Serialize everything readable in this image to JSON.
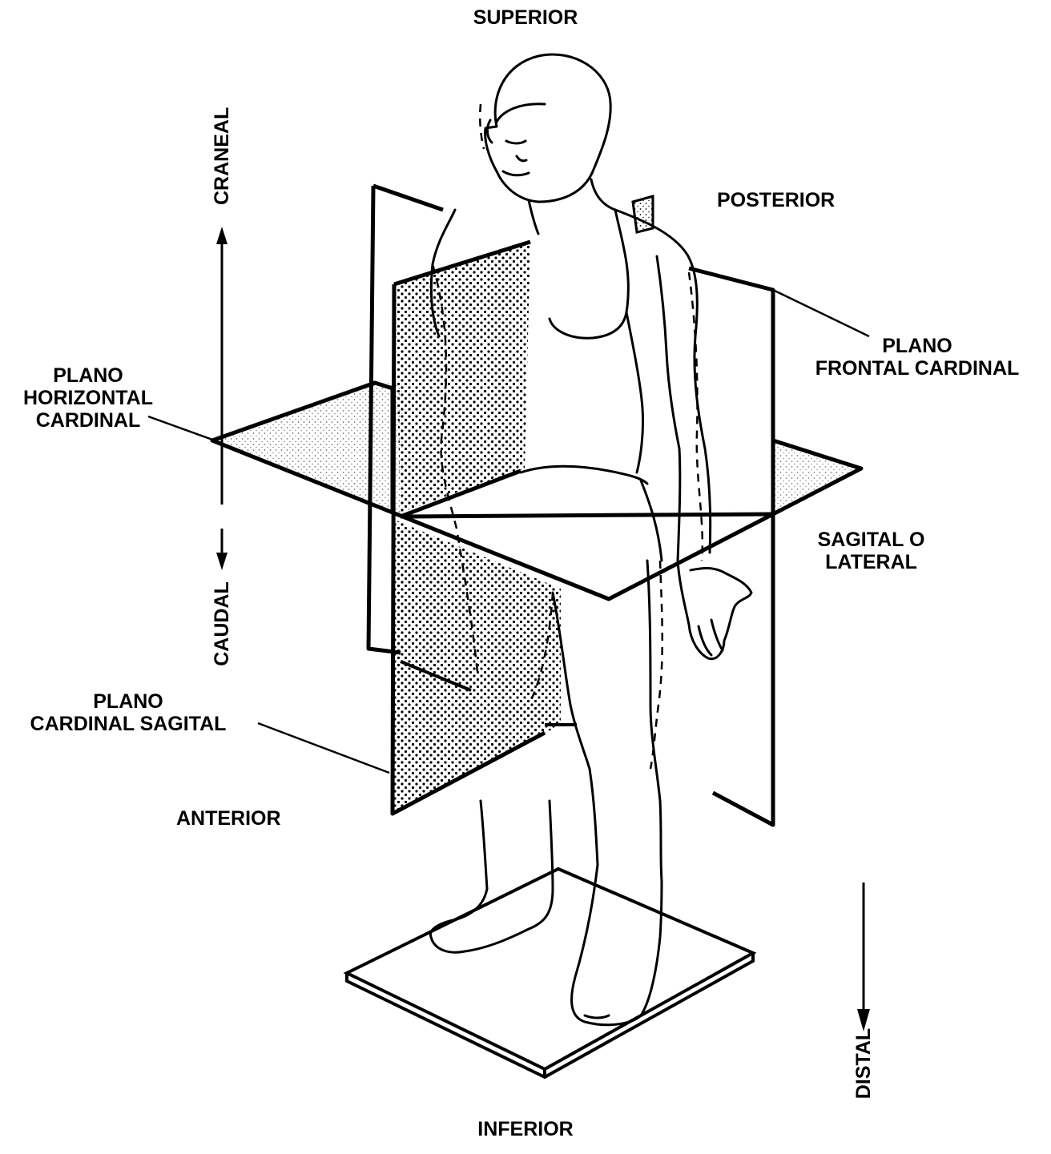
{
  "labels": {
    "superior": "SUPERIOR",
    "inferior": "INFERIOR",
    "posterior": "POSTERIOR",
    "anterior": "ANTERIOR",
    "craneal": "CRANEAL",
    "caudal": "CAUDAL",
    "distal": "DISTAL",
    "frontal_plane": [
      "PLANO",
      "FRONTAL CARDINAL"
    ],
    "horizontal_plane": [
      "PLANO",
      "HORIZONTAL",
      "CARDINAL"
    ],
    "sagittal_plane": [
      "PLANO",
      "CARDINAL SAGITAL"
    ],
    "sagittal_lateral": [
      "SAGITAL O",
      "LATERAL"
    ]
  },
  "colors": {
    "ink": "#000000",
    "background": "#ffffff",
    "plane_stipple": "#000000"
  }
}
